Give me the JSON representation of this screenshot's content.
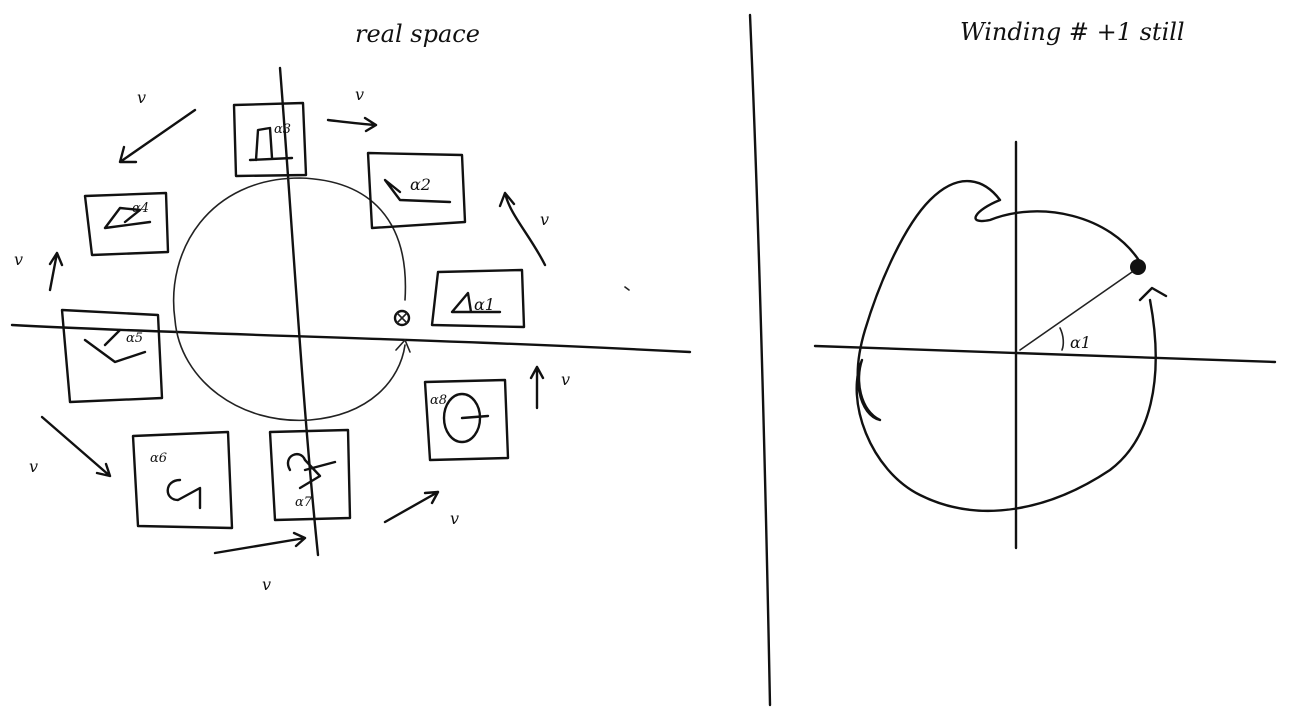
{
  "left_panel": {
    "title": "real space",
    "vector_symbol": "v",
    "frames": [
      {
        "angle_label": "α1"
      },
      {
        "angle_label": "α2"
      },
      {
        "angle_label": "α3"
      },
      {
        "angle_label": "α4"
      },
      {
        "angle_label": "α5"
      },
      {
        "angle_label": "α6"
      },
      {
        "angle_label": "α7"
      },
      {
        "angle_label": "α8"
      }
    ]
  },
  "right_panel": {
    "title": "Winding #  +1 still",
    "angle_label": "α1"
  },
  "colors": {
    "ink": "#111111",
    "paper": "#ffffff"
  }
}
